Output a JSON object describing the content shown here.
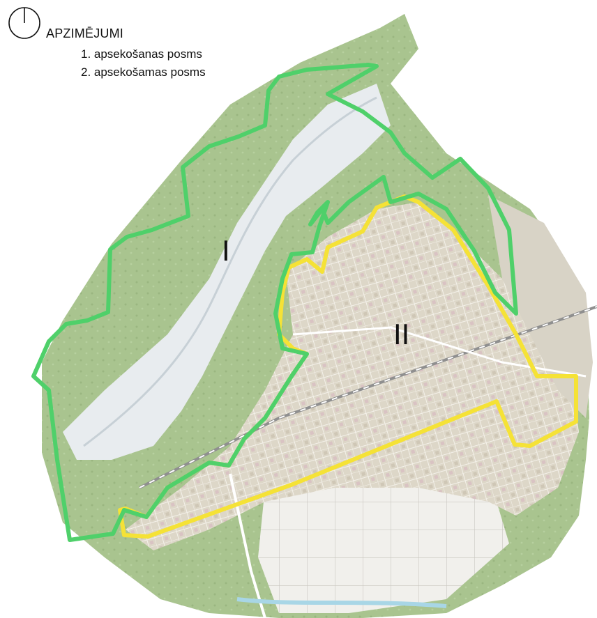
{
  "legend": {
    "title": "APZIMĒJUMI",
    "items": [
      {
        "label": "1. apsekošanas posms",
        "color": "#4fd06a"
      },
      {
        "label": "2. apsekošamas posms",
        "color": "#f5e236"
      }
    ]
  },
  "zones": {
    "zone_1": "I",
    "zone_2": "II"
  },
  "colors": {
    "boundary_1": "#4fd06a",
    "boundary_2": "#f5e236",
    "forest": "#a9c48f",
    "river": "#e8ecef",
    "urban": "#ddd7c8",
    "road": "#ffffff"
  },
  "icons": {
    "north": "north-arrow-icon"
  }
}
